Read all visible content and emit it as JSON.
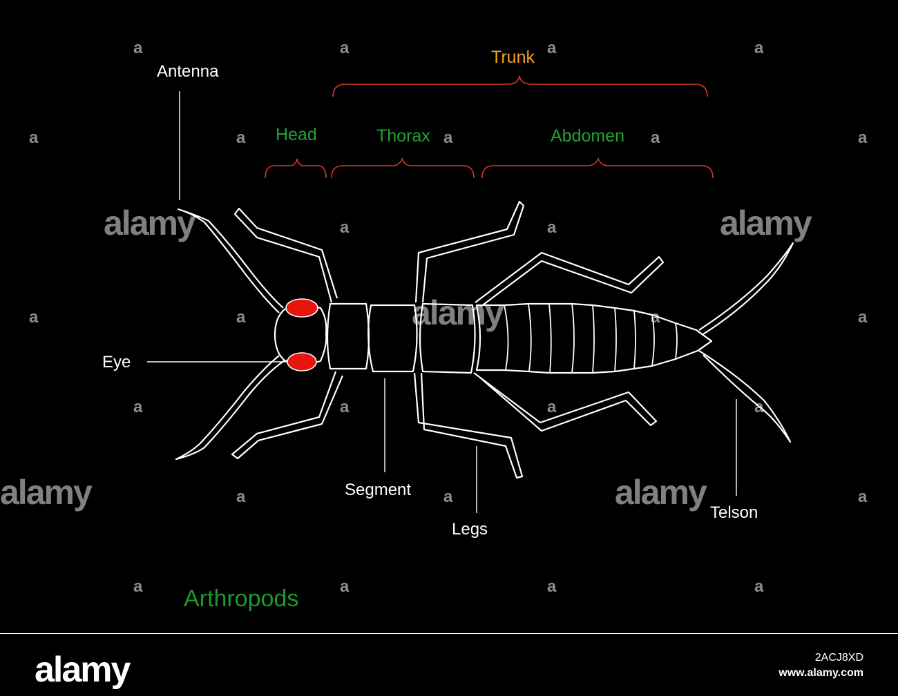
{
  "labels": {
    "trunk": "Trunk",
    "head": "Head",
    "thorax": "Thorax",
    "abdomen": "Abdomen",
    "antenna": "Antenna",
    "eye": "Eye",
    "segment": "Segment",
    "legs": "Legs",
    "telson": "Telson",
    "title": "Arthropods"
  },
  "watermark": {
    "small": "a",
    "big": "alamy"
  },
  "footer": {
    "logo": "alamy",
    "image_id": "2ACJ8XD",
    "url": "www.alamy.com"
  },
  "colors": {
    "background": "#000000",
    "outline": "#ffffff",
    "eye_fill": "#e8140e",
    "brace": "#e0332a",
    "group_label": "#1fa52c",
    "trunk_label": "#f2a12a"
  }
}
